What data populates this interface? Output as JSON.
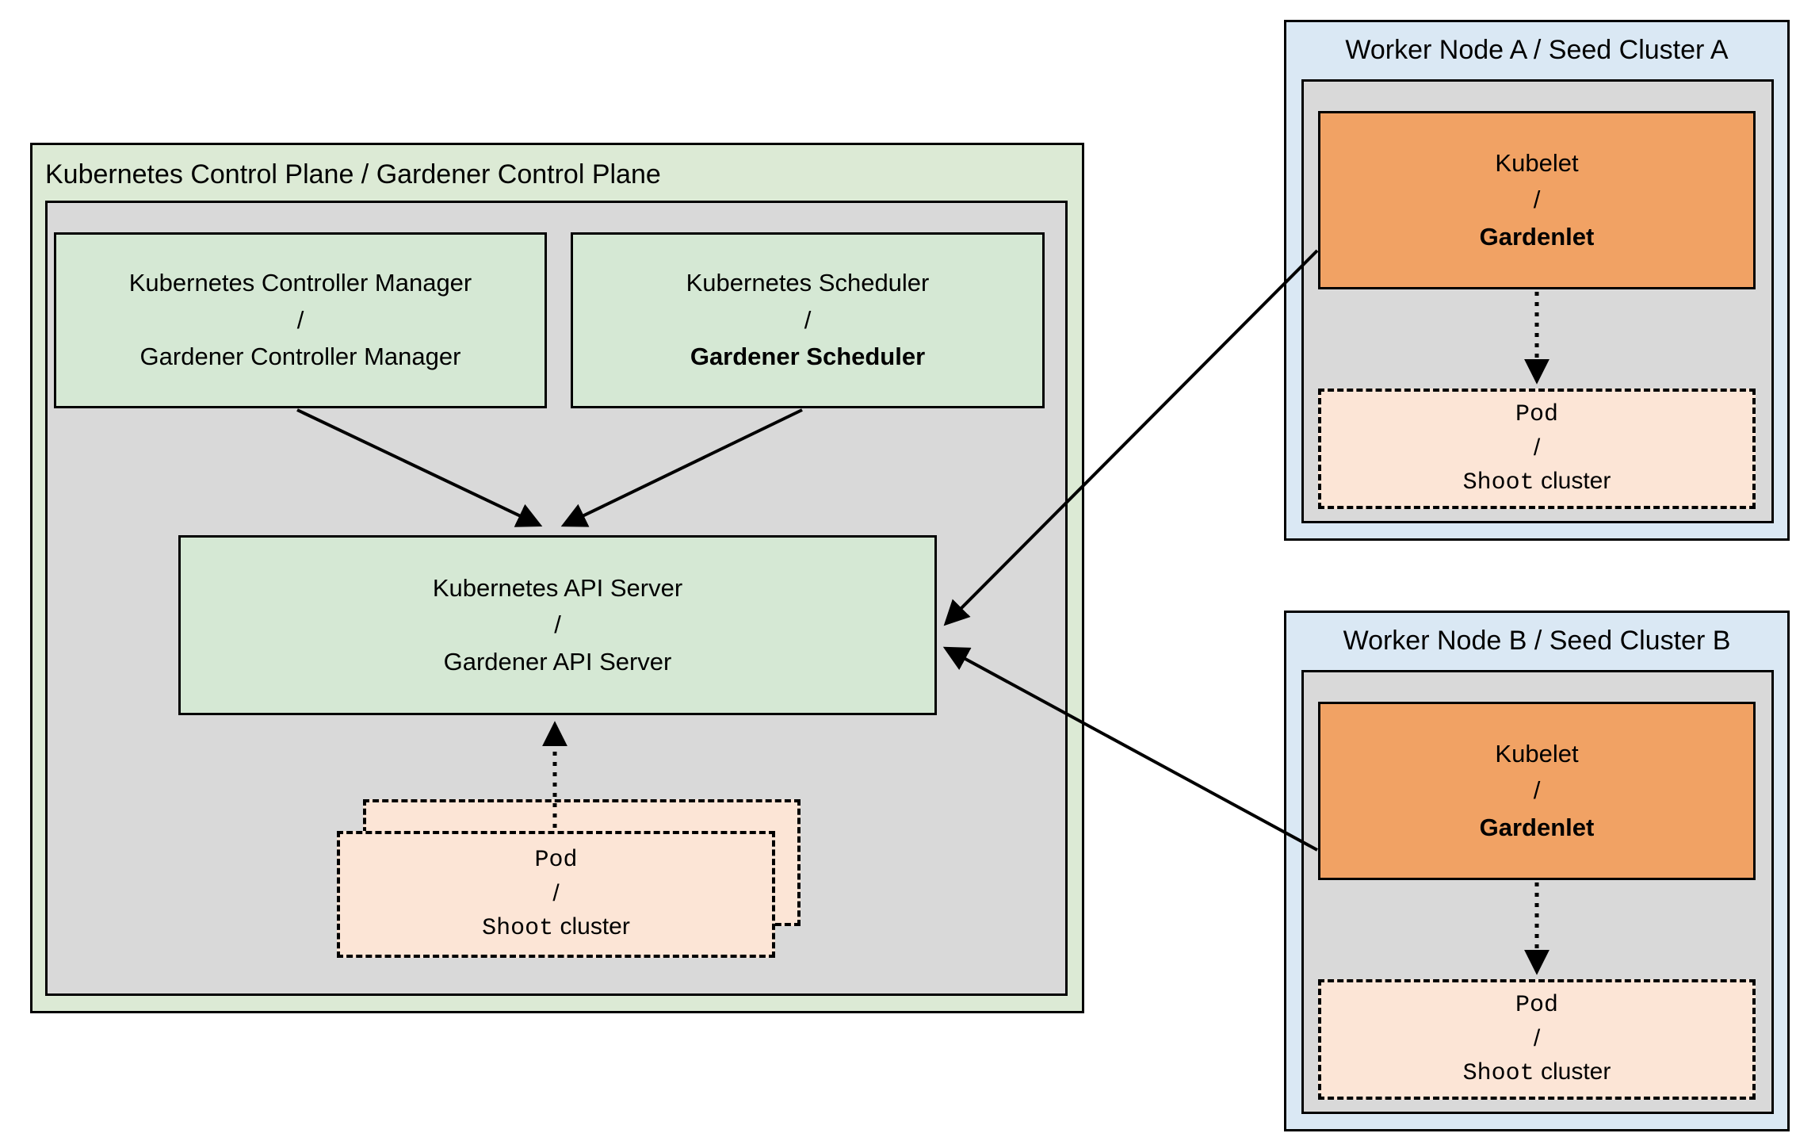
{
  "control_plane": {
    "title": "Kubernetes Control Plane / Gardener Control Plane",
    "controller_manager": {
      "top": "Kubernetes Controller Manager",
      "slash": "/",
      "bottom": "Gardener Controller Manager"
    },
    "scheduler": {
      "top": "Kubernetes Scheduler",
      "slash": "/",
      "bottom": "Gardener Scheduler"
    },
    "api_server": {
      "top": "Kubernetes API Server",
      "slash": "/",
      "bottom": "Gardener API Server"
    },
    "pod_stack": {
      "top": "Pod",
      "slash": "/",
      "shoot": "Shoot",
      "cluster": "cluster"
    }
  },
  "worker_node_a": {
    "title": "Worker Node A / Seed Cluster A",
    "kubelet": {
      "top": "Kubelet",
      "slash": "/",
      "bottom": "Gardenlet"
    },
    "pod": {
      "top": "Pod",
      "slash": "/",
      "shoot": "Shoot",
      "cluster": "cluster"
    }
  },
  "worker_node_b": {
    "title": "Worker Node B / Seed Cluster B",
    "kubelet": {
      "top": "Kubelet",
      "slash": "/",
      "bottom": "Gardenlet"
    },
    "pod": {
      "top": "Pod",
      "slash": "/",
      "shoot": "Shoot",
      "cluster": "cluster"
    }
  },
  "colors": {
    "control_plane_bg": "#dcead5",
    "component_green": "#d5e8d4",
    "inner_gray": "#d9d9d9",
    "kubelet_orange": "#f1a264",
    "pod_peach": "#fce5d6",
    "worker_blue": "#dae8f4",
    "border": "#000000"
  }
}
